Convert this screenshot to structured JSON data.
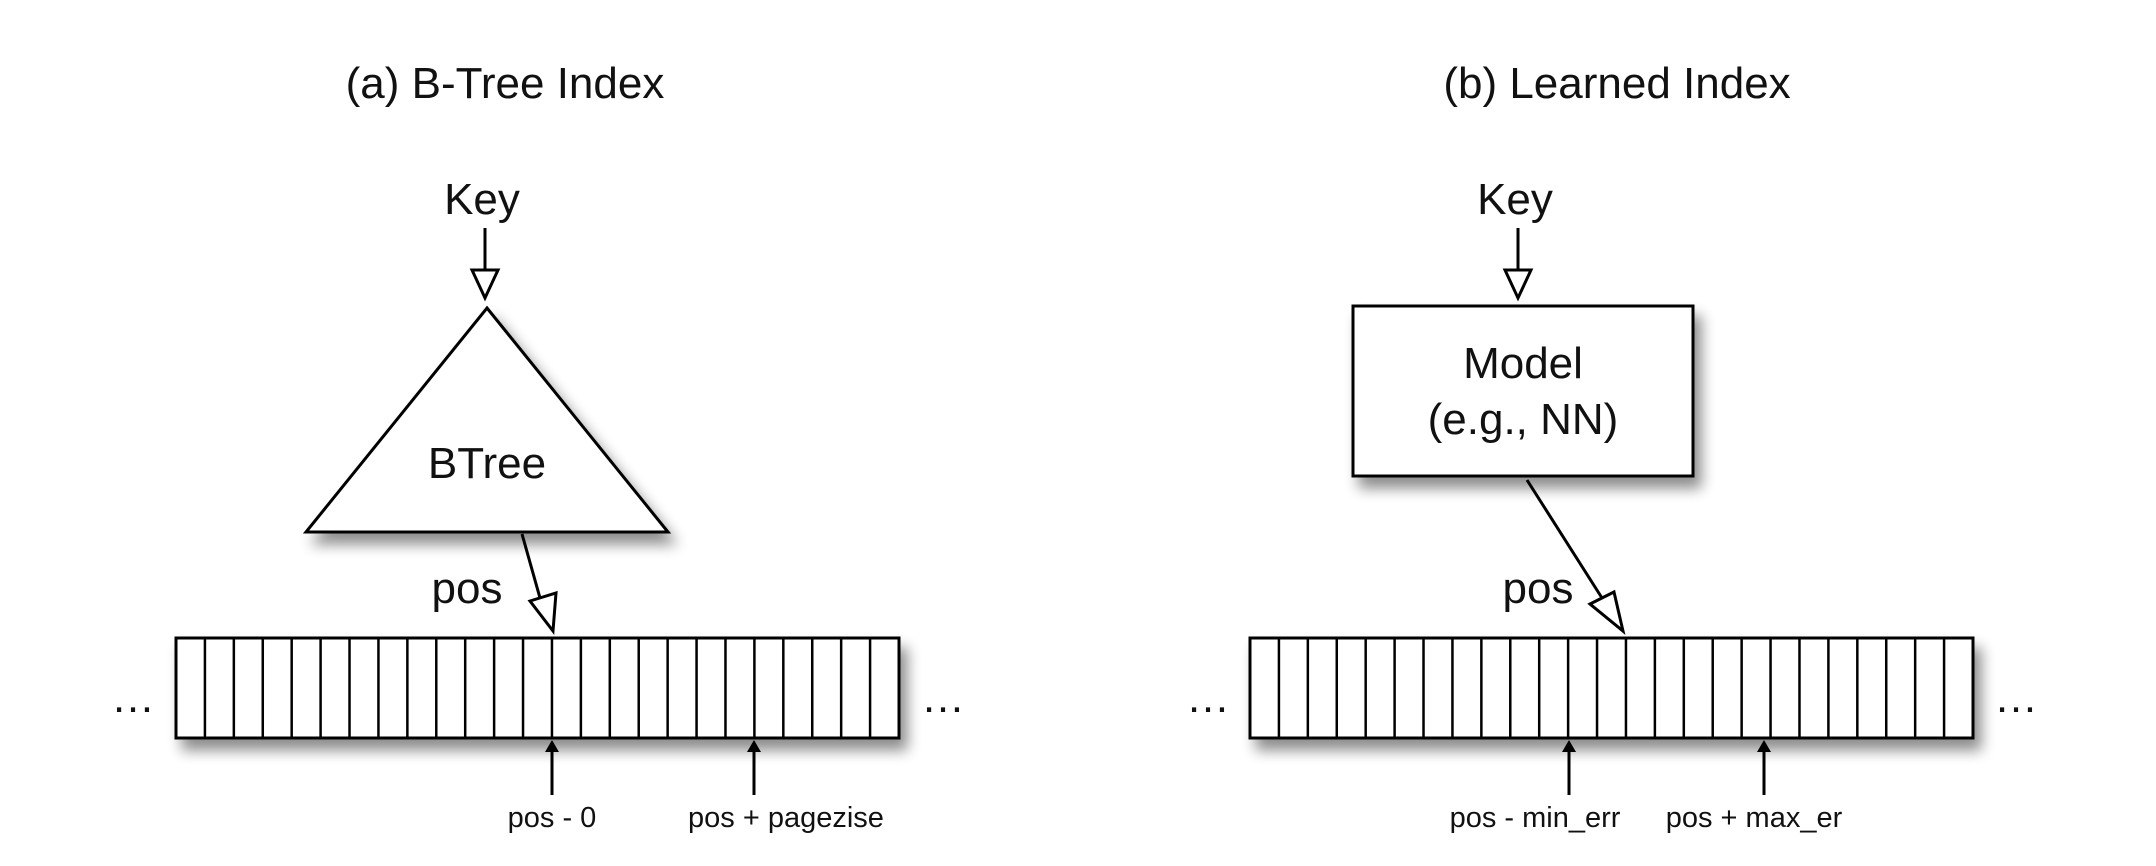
{
  "panel_a": {
    "title": "(a) B-Tree Index",
    "key_label": "Key",
    "node_label": "BTree",
    "pos_label": "pos",
    "ellipsis_left": "…",
    "ellipsis_right": "…",
    "marker_low": "pos - 0",
    "marker_high": "pos + pagezise"
  },
  "panel_b": {
    "title": "(b) Learned Index",
    "key_label": "Key",
    "model_label_line1": "Model",
    "model_label_line2": "(e.g., NN)",
    "pos_label": "pos",
    "ellipsis_left": "…",
    "ellipsis_right": "…",
    "marker_low": "pos - min_err",
    "marker_high": "pos + max_er"
  },
  "colors": {
    "stroke": "#000000",
    "fill": "#ffffff",
    "shadow": "#9a9a9a"
  }
}
